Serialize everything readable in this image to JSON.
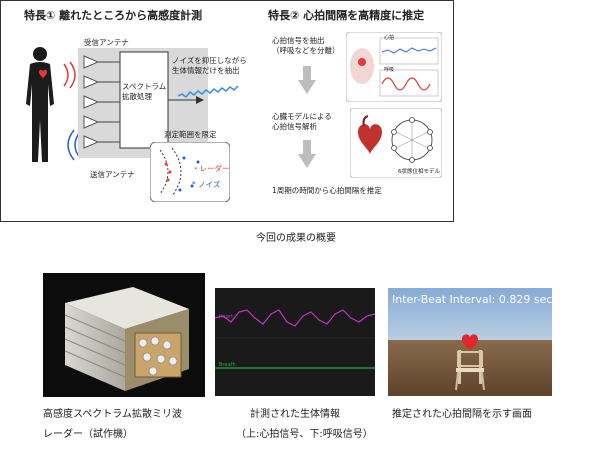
{
  "overview": {
    "feature1": {
      "title": "特長① 離れたところから高感度計測",
      "rx_antenna": "受信アンテナ",
      "tx_antenna": "送信アンテナ",
      "processing": [
        "スペクトラム",
        "拡散処理"
      ],
      "noise_note": [
        "ノイズを抑圧しながら",
        "生体情報だけを抽出"
      ],
      "range_note": "測定範囲を限定",
      "legend_radar": "レーダー",
      "legend_noise": "ノイズ"
    },
    "feature2": {
      "title": "特長② 心拍間隔を高精度に推定",
      "step1": [
        "心拍信号を抽出",
        "（呼吸などを分離）"
      ],
      "step2": [
        "心臓モデルによる",
        "心拍信号解析"
      ],
      "step3": "1周期の時間から心拍間隔を推定",
      "model_label": "6状態位相モデル",
      "graph1": "心拍",
      "graph2": "呼吸"
    },
    "caption": "今回の成果の概要"
  },
  "photos": {
    "radar": {
      "caption": [
        "高感度スペクトラム拡散ミリ波",
        "レーダー（試作機）"
      ]
    },
    "signals": {
      "heart_label": "Heart",
      "breath_label": "Breath",
      "caption": [
        "計測された生体情報",
        "（上:心拍信号、下:呼吸信号）"
      ]
    },
    "ibi": {
      "overlay": "Inter-Beat Interval: 0.829 sec",
      "caption": "推定された心拍間隔を示す画面"
    }
  },
  "colors": {
    "heart_signal": "#c531c5",
    "breath_signal": "#2faa3a",
    "sky": "#7fa7d3",
    "ground": "#7a5a3e"
  }
}
